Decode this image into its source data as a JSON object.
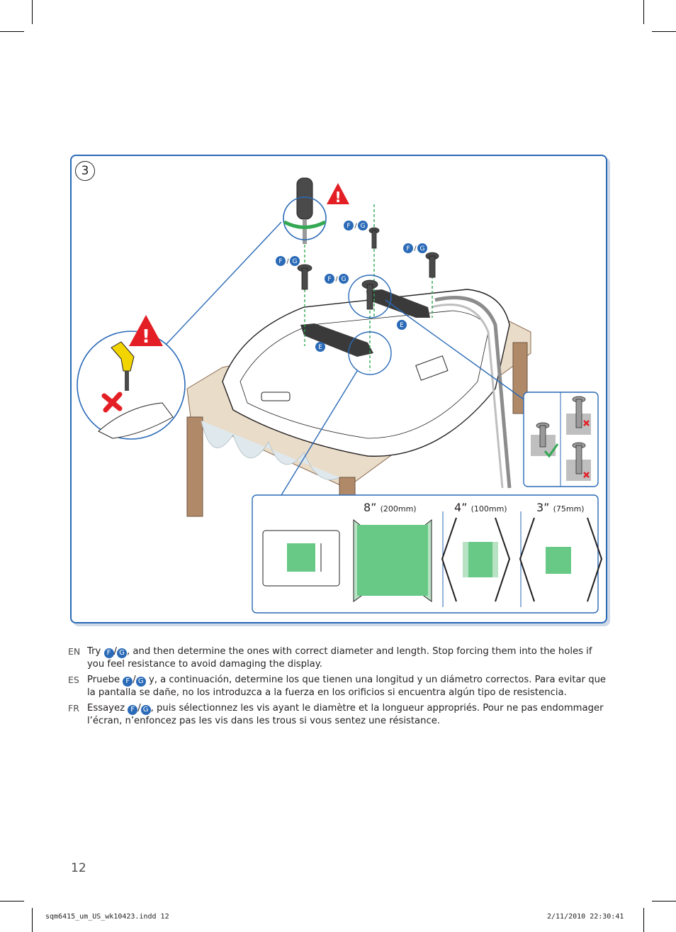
{
  "figure": {
    "step_number": "3",
    "screw_labels": [
      "F",
      "/",
      "G"
    ],
    "bracket_label": "E",
    "vesa_sizes": [
      {
        "size": "8”",
        "mm": "(200mm)"
      },
      {
        "size": "4”",
        "mm": "(100mm)"
      },
      {
        "size": "3”",
        "mm": "(75mm)"
      }
    ],
    "warning_icon": "warning-triangle-icon",
    "forbidden_icon": "cross-mark-icon",
    "ok_icon": "check-mark-icon",
    "colors": {
      "accent": "#2a6ab7",
      "warning": "#e31e24",
      "mount_green": "#68c986",
      "table_wood": "#b08a68"
    }
  },
  "instructions": [
    {
      "lang": "EN",
      "pre": "Try ",
      "post": ", and then determine the ones with correct diameter and length. Stop forcing them into the holes if you feel resistance to avoid damaging the display."
    },
    {
      "lang": "ES",
      "pre": "Pruebe ",
      "post": " y, a continuación, determine los que tienen una longitud y un diámetro correctos. Para evitar que la pantalla se dañe, no los introduzca a la fuerza en los orificios si encuentra algún tipo de resistencia."
    },
    {
      "lang": "FR",
      "pre": "Essayez ",
      "post": ", puis sélectionnez les vis ayant le diamètre et la longueur appropriés. Pour ne pas endommager l’écran, n’enfoncez pas les vis dans les trous si vous sentez une résistance."
    }
  ],
  "badge_f": "F",
  "badge_sep": "/",
  "badge_g": "G",
  "page_number": "12",
  "footer": {
    "file": "sqm6415_um_US_wk10423.indd   12",
    "date": "2/11/2010   22:30:41"
  }
}
